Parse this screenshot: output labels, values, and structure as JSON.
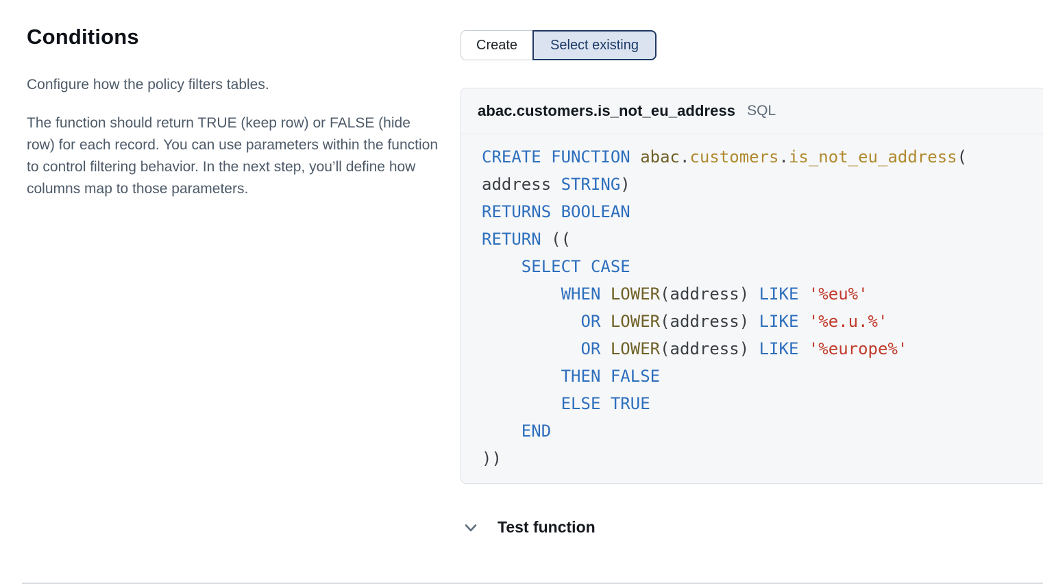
{
  "left_panel": {
    "title": "Conditions",
    "subtitle": "Configure how the policy filters tables.",
    "description": "The function should return TRUE (keep row) or FALSE (hide row) for each record. You can use parameters within the function to control filtering behavior. In the next step, you’ll define how columns map to those parameters."
  },
  "mode_toggle": {
    "create_label": "Create",
    "select_existing_label": "Select existing",
    "selected": "Select existing",
    "selected_bg": "#dbe3f0",
    "selected_border": "#1f3a63"
  },
  "function_panel": {
    "name": "abac.customers.is_not_eu_address",
    "language": "SQL",
    "syntax_colors": {
      "keyword": "#2d6fbd",
      "schema_function": "#6f6026",
      "identifier": "#b08a2e",
      "string": "#c03b2b",
      "plain": "#3a3f44"
    },
    "code_lines": [
      [
        [
          "kw",
          "CREATE FUNCTION"
        ],
        [
          "pl",
          " "
        ],
        [
          "fn",
          "abac"
        ],
        [
          "pl",
          "."
        ],
        [
          "id",
          "customers"
        ],
        [
          "pl",
          "."
        ],
        [
          "id",
          "is_not_eu_address"
        ],
        [
          "pl",
          "("
        ]
      ],
      [
        [
          "pl",
          "address "
        ],
        [
          "kw",
          "STRING"
        ],
        [
          "pl",
          ")"
        ]
      ],
      [
        [
          "kw",
          "RETURNS BOOLEAN"
        ]
      ],
      [
        [
          "kw",
          "RETURN"
        ],
        [
          "pl",
          " (("
        ]
      ],
      [
        [
          "pl",
          "    "
        ],
        [
          "kw",
          "SELECT CASE"
        ]
      ],
      [
        [
          "pl",
          "        "
        ],
        [
          "kw",
          "WHEN"
        ],
        [
          "pl",
          " "
        ],
        [
          "fn",
          "LOWER"
        ],
        [
          "pl",
          "(address) "
        ],
        [
          "kw",
          "LIKE"
        ],
        [
          "pl",
          " "
        ],
        [
          "str",
          "'%eu%'"
        ]
      ],
      [
        [
          "pl",
          "          "
        ],
        [
          "kw",
          "OR"
        ],
        [
          "pl",
          " "
        ],
        [
          "fn",
          "LOWER"
        ],
        [
          "pl",
          "(address) "
        ],
        [
          "kw",
          "LIKE"
        ],
        [
          "pl",
          " "
        ],
        [
          "str",
          "'%e.u.%'"
        ]
      ],
      [
        [
          "pl",
          "          "
        ],
        [
          "kw",
          "OR"
        ],
        [
          "pl",
          " "
        ],
        [
          "fn",
          "LOWER"
        ],
        [
          "pl",
          "(address) "
        ],
        [
          "kw",
          "LIKE"
        ],
        [
          "pl",
          " "
        ],
        [
          "str",
          "'%europe%'"
        ]
      ],
      [
        [
          "pl",
          "        "
        ],
        [
          "kw",
          "THEN FALSE"
        ]
      ],
      [
        [
          "pl",
          "        "
        ],
        [
          "kw",
          "ELSE TRUE"
        ]
      ],
      [
        [
          "pl",
          "    "
        ],
        [
          "kw",
          "END"
        ]
      ],
      [
        [
          "pl",
          "))"
        ]
      ]
    ]
  },
  "test_function": {
    "label": "Test function",
    "icon": "chevron-down-icon",
    "icon_color": "#5c6e7e"
  }
}
